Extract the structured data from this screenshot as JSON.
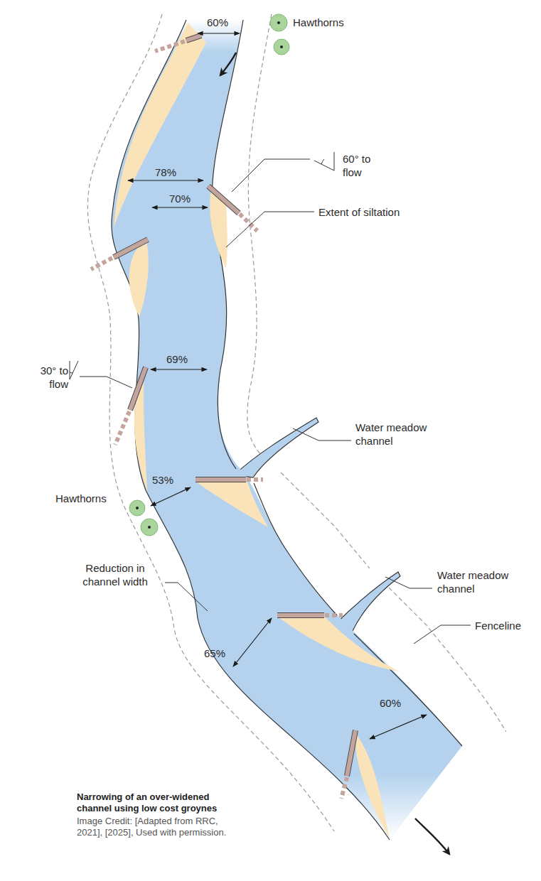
{
  "diagram": {
    "caption": "Narrowing of an over-widened channel using low cost groynes",
    "labels": [
      "60%",
      "Hawthorns",
      "60° to flow",
      "78%",
      "70%",
      "Extent of siltation",
      "30° to flow",
      "69%",
      "Water meadow channel",
      "53%",
      "Hawthorns",
      "Reduction in channel width",
      "65%",
      "Water meadow channel",
      "Fenceline",
      "60%",
      "Image Credit: [Adapted from RRC, 2021], [2025], Used with permission."
    ]
  }
}
